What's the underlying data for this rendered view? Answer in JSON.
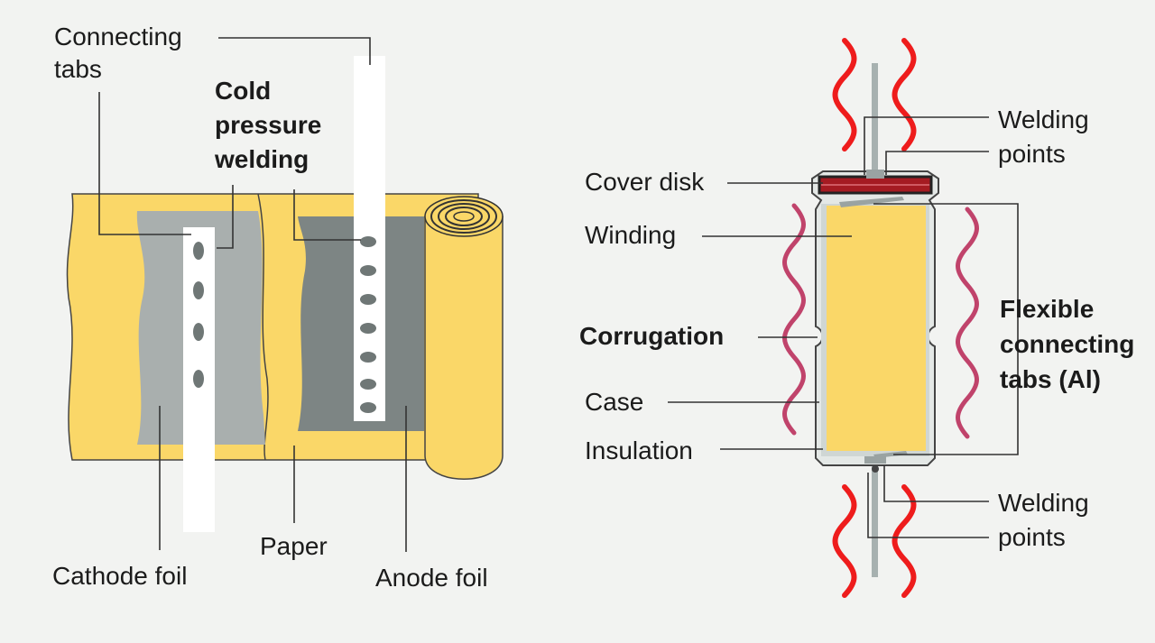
{
  "colors": {
    "background": "#f2f3f1",
    "paper": "#fad768",
    "cathode_foil": "#a9afae",
    "anode_foil": "#7d8584",
    "heat_wave": "#ee1c1c",
    "vibration_wave": "#c0436b",
    "cover_disk": "#a51b22",
    "line": "#333333"
  },
  "left": {
    "connecting_tabs_line1": "Connecting",
    "connecting_tabs_line2": "tabs",
    "cold_line1": "Cold",
    "cold_line2": "pressure",
    "cold_line3": "welding",
    "cathode_foil": "Cathode foil",
    "paper": "Paper",
    "anode_foil": "Anode foil"
  },
  "right": {
    "cover_disk": "Cover disk",
    "winding": "Winding",
    "corrugation": "Corrugation",
    "case": "Case",
    "insulation": "Insulation",
    "welding_top_line1": "Welding",
    "welding_top_line2": "points",
    "flexible_line1": "Flexible",
    "flexible_line2": "connecting",
    "flexible_line3": "tabs (Al)",
    "welding_bottom_line1": "Welding",
    "welding_bottom_line2": "points"
  },
  "icons": {
    "heat_wave": "wavy-line-icon",
    "weld_spot": "oval-dot-icon"
  }
}
